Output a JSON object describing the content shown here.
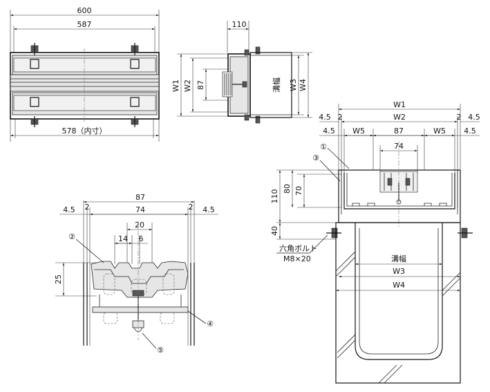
{
  "front_view": {
    "dim_overall": "600",
    "dim_frame": "587",
    "dim_inner": "578（内寸）"
  },
  "side_view": {
    "dim_width": "110",
    "dim_w1": "W1",
    "dim_w2": "W2",
    "dim_87": "87",
    "label_groove": "溝幅",
    "dim_w3": "W3",
    "dim_w4": "W4"
  },
  "section_view": {
    "dim_w1": "W1",
    "dim_w2": "W2",
    "dim_45_left": "4.5",
    "dim_2_left": "2",
    "dim_2_right": "2",
    "dim_45_right": "4.5",
    "dim_45_left_row2": "4.5",
    "dim_w5_left": "W5",
    "dim_87": "87",
    "dim_w5_right": "W5",
    "dim_45_right_row2": "4.5",
    "dim_74": "74",
    "dim_110": "110",
    "dim_80": "80",
    "dim_70": "70",
    "dim_40": "40",
    "bolt_label": "六角ボルト",
    "bolt_size": "M8×20",
    "label_groove": "溝幅",
    "dim_w3": "W3",
    "dim_w4": "W4",
    "callout_1": "①",
    "callout_3": "③"
  },
  "detail_view": {
    "dim_87": "87",
    "dim_45_left": "4.5",
    "dim_2_left": "2",
    "dim_74": "74",
    "dim_2_right": "2",
    "dim_45_right": "4.5",
    "dim_20": "20",
    "dim_14": "14",
    "dim_6": "6",
    "dim_25": "25",
    "callout_2": "②",
    "callout_4": "④",
    "callout_5": "⑤"
  }
}
